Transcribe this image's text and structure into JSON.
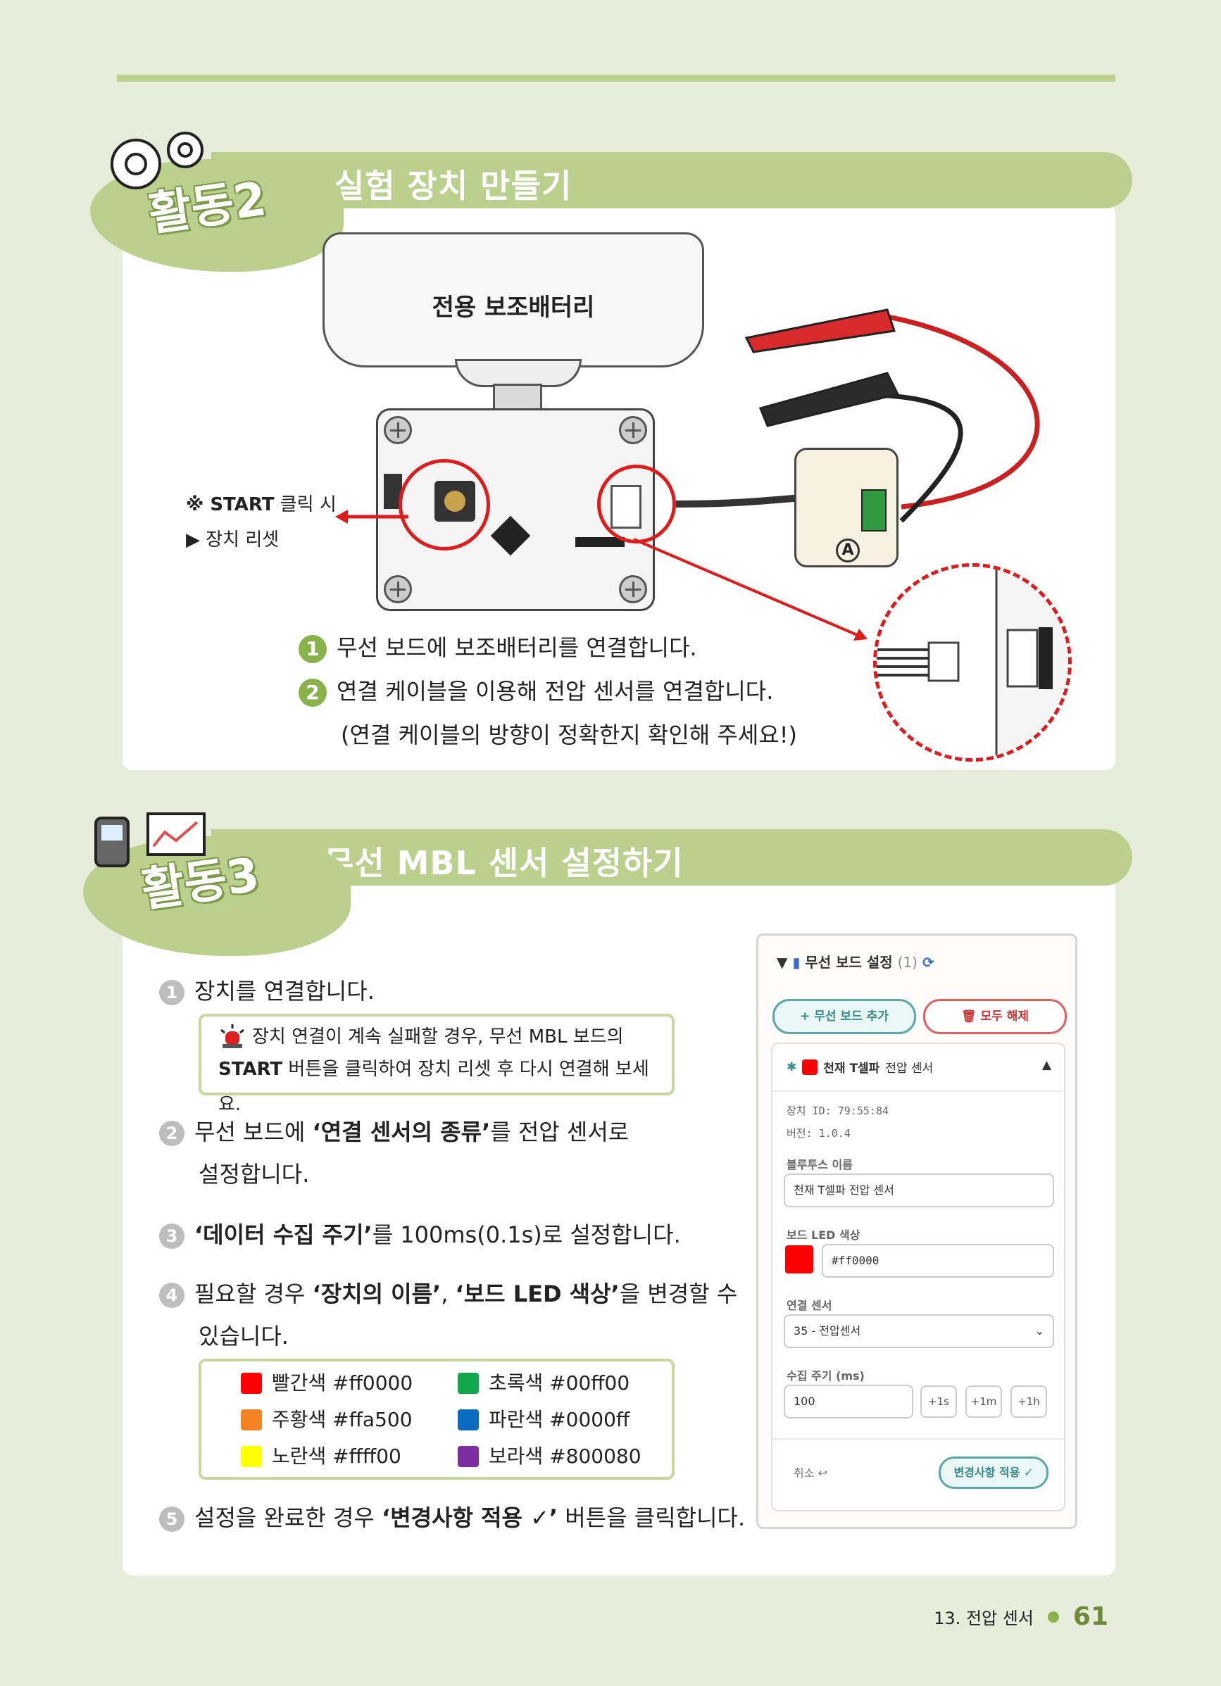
{
  "activity1": {
    "label": "활동2",
    "title": "실험 장치 만들기",
    "battery_label": "전용 보조배터리",
    "reset_note_line1_bold": "※ START",
    "reset_note_line1_rest": " 클릭 시",
    "reset_note_line2": "▶ 장치 리셋",
    "steps": [
      {
        "num": "1",
        "text": "무선 보드에 보조배터리를 연결합니다."
      },
      {
        "num": "2",
        "text": "연결 케이블을 이용해 전압 센서를 연결합니다."
      },
      {
        "num": "",
        "text": "(연결 케이블의 방향이 정확한지 확인해 주세요!)"
      }
    ]
  },
  "activity2": {
    "label": "활동3",
    "title": "무선 MBL 센서 설정하기",
    "step1": {
      "num": "1",
      "text": "장치를 연결합니다."
    },
    "tip_line1": "장치 연결이 계속 실패할 경우, 무선 MBL 보드의",
    "tip_line2_bold": "START",
    "tip_line2_rest": " 버튼을 클릭하여 장치 리셋 후 다시 연결해 보세요.",
    "step2": {
      "num": "2",
      "pre": "무선 보드에 ",
      "bold": "‘연결 센서의 종류’",
      "post": "를 전압 센서로",
      "line2": "설정합니다."
    },
    "step3": {
      "num": "3",
      "bold": "‘데이터 수집 주기’",
      "post": "를 100ms(0.1s)로 설정합니다."
    },
    "step4": {
      "num": "4",
      "pre": "필요할 경우 ",
      "bold1": "‘장치의 이름’",
      "mid": ", ",
      "bold2": "‘보드 LED 색상’",
      "post": "을 변경할 수",
      "line2": "있습니다."
    },
    "colors": [
      {
        "name": "빨간색 #ff0000",
        "hex": "#ff0000"
      },
      {
        "name": "초록색 #00ff00",
        "hex": "#10a84a"
      },
      {
        "name": "주황색 #ffa500",
        "hex": "#f58220"
      },
      {
        "name": "파란색 #0000ff",
        "hex": "#0a6cc0"
      },
      {
        "name": "노란색 #ffff00",
        "hex": "#ffff00"
      },
      {
        "name": "보라색 #800080",
        "hex": "#7b2fa0"
      }
    ],
    "step5": {
      "num": "5",
      "pre": "설정을 완료한 경우 ",
      "bold": "‘변경사항 적용 ✓’",
      "post": " 버튼을 클릭합니다."
    }
  },
  "panel": {
    "title": "무선 보드 설정",
    "count": "(1)",
    "add_button": "무선 보드 추가",
    "clear_button": "모두 해제",
    "device_name_bold": "천재 T셀파",
    "device_name_rest": "전압 센서",
    "device_id": "장치 ID: 79:55:84",
    "version": "버전: 1.0.4",
    "bt_name_label": "블루투스 이름",
    "bt_name_value": "천재 T셀파 전압 센서",
    "led_label": "보드 LED 색상",
    "led_value": "#ff0000",
    "sensor_label": "연결 센서",
    "sensor_value": "35 - 전압센서",
    "period_label": "수집 주기 (ms)",
    "period_value": "100",
    "inc_buttons": [
      "+1s",
      "+1m",
      "+1h"
    ],
    "cancel": "취소 ↩",
    "apply": "변경사항 적용 ✓",
    "accent": "#5aa7a8",
    "danger": "#e06060"
  },
  "footer": {
    "chapter": "13. 전압 센서",
    "page": "61"
  }
}
